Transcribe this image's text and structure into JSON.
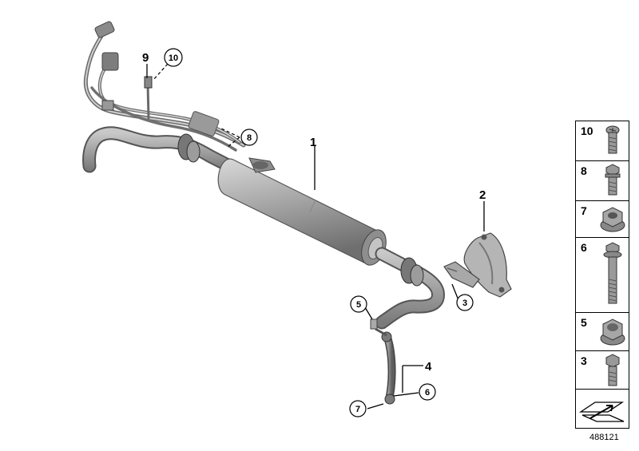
{
  "callouts": {
    "c1": "1",
    "c2": "2",
    "c3": "3",
    "c4": "4",
    "c5": "5",
    "c6": "6",
    "c7": "7",
    "c8": "8",
    "c9": "9",
    "c10": "10"
  },
  "legend": {
    "items": [
      {
        "label": "10",
        "icon": "torx-screw-icon"
      },
      {
        "label": "8",
        "icon": "hex-collar-bolt-icon"
      },
      {
        "label": "7",
        "icon": "collar-nut-icon"
      },
      {
        "label": "6",
        "icon": "long-collar-bolt-icon"
      },
      {
        "label": "5",
        "icon": "self-locking-nut-icon"
      },
      {
        "label": "3",
        "icon": "hex-bolt-icon"
      }
    ],
    "last_icon": "arrow-sheet-icon"
  },
  "reference_number": "488121"
}
